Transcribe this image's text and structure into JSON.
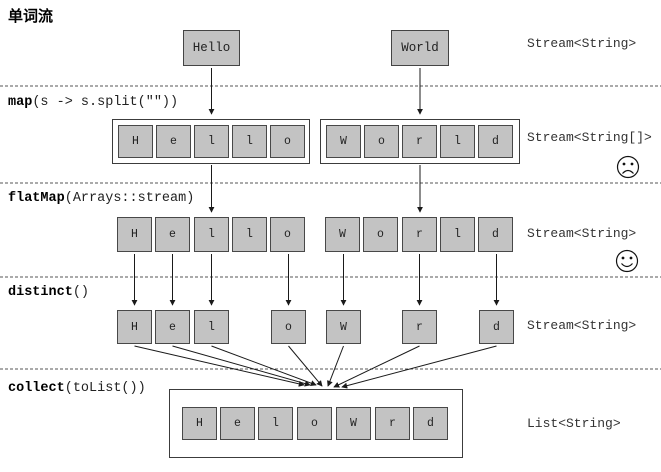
{
  "title": "单词流",
  "colors": {
    "cell_fill": "#c3c3c3",
    "cell_border": "#484848",
    "line": "#1a1a1a",
    "dashed_separator": "#555555"
  },
  "stage1": {
    "words": [
      "Hello",
      "World"
    ],
    "type_label": "Stream<String>"
  },
  "stage2": {
    "operation": {
      "name": "map",
      "args": "(s -> s.split(\"\"))"
    },
    "groups": [
      [
        "H",
        "e",
        "l",
        "l",
        "o"
      ],
      [
        "W",
        "o",
        "r",
        "l",
        "d"
      ]
    ],
    "type_label": "Stream<String[]>",
    "mood_icon": "sad-face"
  },
  "stage3": {
    "operation": {
      "name": "flatMap",
      "args": "(Arrays::stream)"
    },
    "letters": [
      "H",
      "e",
      "l",
      "l",
      "o",
      "W",
      "o",
      "r",
      "l",
      "d"
    ],
    "type_label": "Stream<String>",
    "mood_icon": "smiley-face"
  },
  "stage4": {
    "operation": {
      "name": "distinct",
      "args": "()"
    },
    "letters": [
      "H",
      "e",
      "l",
      "o",
      "W",
      "r",
      "d"
    ],
    "type_label": "Stream<String>"
  },
  "stage5": {
    "operation": {
      "name": "collect",
      "args": "(toList())"
    },
    "letters": [
      "H",
      "e",
      "l",
      "o",
      "W",
      "r",
      "d"
    ],
    "type_label": "List<String>"
  }
}
